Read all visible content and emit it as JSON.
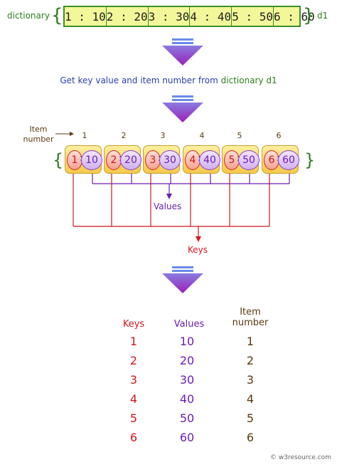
{
  "header": {
    "dict_label": "dictionary",
    "dict_name": "d1",
    "pairs": [
      "1 : 10",
      "2 : 20",
      "3 : 30",
      "4 : 40",
      "5 : 50",
      "6 : 60"
    ]
  },
  "caption": {
    "text": "Get key value and item number from",
    "highlight": "dictionary d1"
  },
  "items": {
    "label_line1": "Item",
    "label_line2": "number",
    "numbers": [
      "1",
      "2",
      "3",
      "4",
      "5",
      "6"
    ],
    "keys": [
      "1",
      "2",
      "3",
      "4",
      "5",
      "6"
    ],
    "values": [
      "10",
      "20",
      "30",
      "40",
      "50",
      "60"
    ],
    "values_label": "Values",
    "keys_label": "Keys"
  },
  "table": {
    "keys_header": "Keys",
    "values_header": "Values",
    "item_header_line1": "Item",
    "item_header_line2": "number",
    "rows": [
      {
        "key": "1",
        "value": "10",
        "num": "1"
      },
      {
        "key": "2",
        "value": "20",
        "num": "2"
      },
      {
        "key": "3",
        "value": "30",
        "num": "3"
      },
      {
        "key": "4",
        "value": "40",
        "num": "4"
      },
      {
        "key": "5",
        "value": "50",
        "num": "5"
      },
      {
        "key": "6",
        "value": "60",
        "num": "6"
      }
    ]
  },
  "footer": {
    "text": "© w3resource.com"
  },
  "colors": {
    "key": "#d0181e",
    "value": "#6a1fb0",
    "dict": "#2e7d1e",
    "arrow_top": "#8a7ce0",
    "arrow_bottom": "#9b1fb8"
  }
}
